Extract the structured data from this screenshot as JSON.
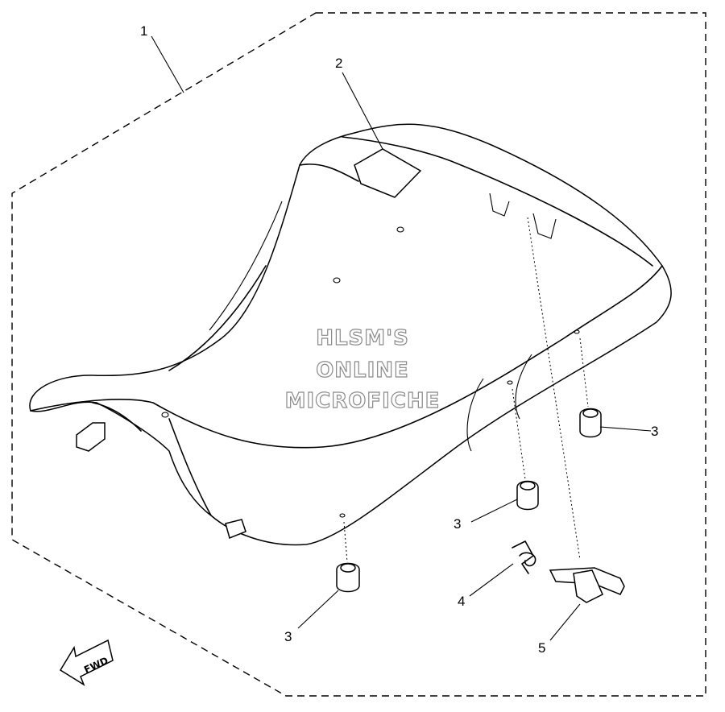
{
  "callouts": {
    "c1": "1",
    "c2": "2",
    "c3a": "3",
    "c3b": "3",
    "c3c": "3",
    "c4": "4",
    "c5": "5"
  },
  "watermark": {
    "line1": "HLSM'S",
    "line2": "ONLINE",
    "line3": "MICROFICHE"
  },
  "fwd_label": "FWD"
}
